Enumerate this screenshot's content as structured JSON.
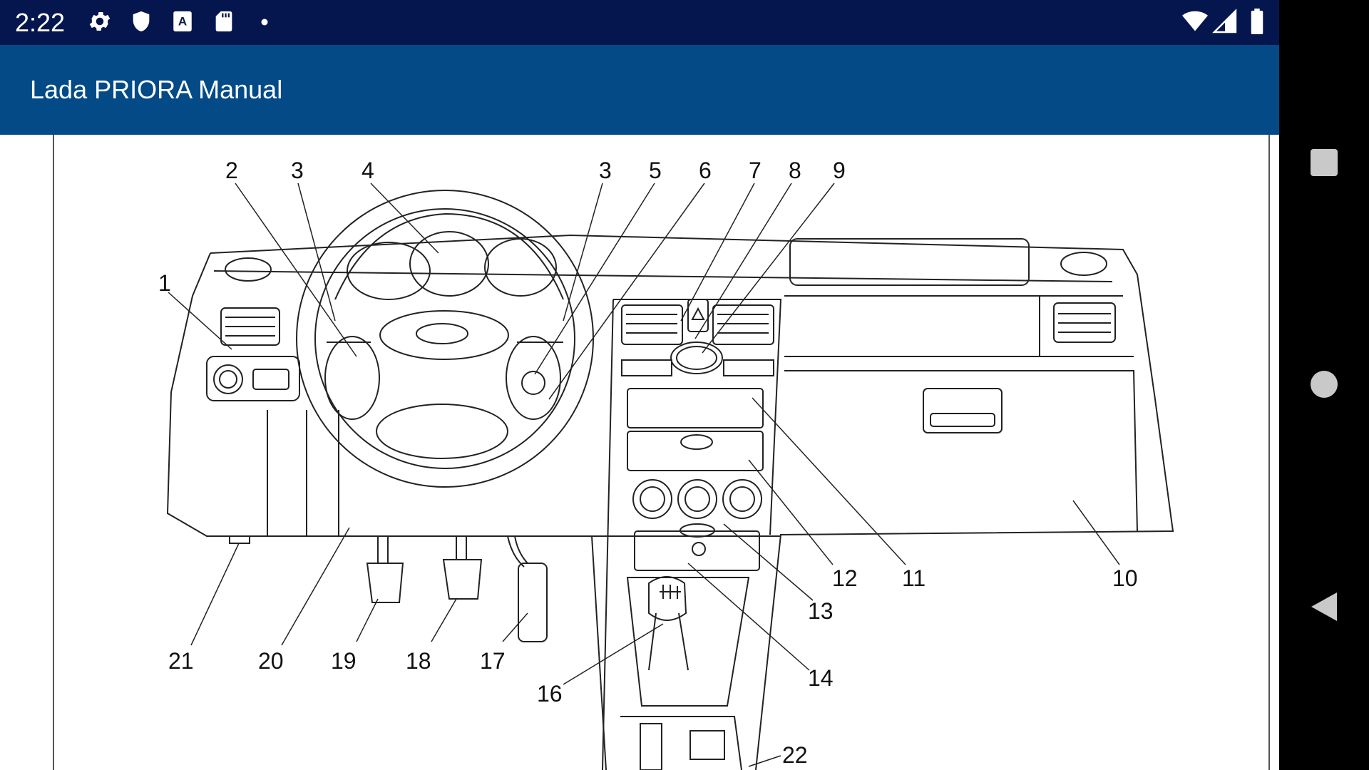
{
  "status_bar": {
    "time": "2:22",
    "left_icons": [
      "gear-icon",
      "shield-icon",
      "keyboard-a-icon",
      "sd-card-icon",
      "dot-icon"
    ],
    "right_icons": [
      "wifi-icon",
      "signal-icon",
      "battery-icon"
    ]
  },
  "app_bar": {
    "title": "Lada PRIORA Manual",
    "color": "#034a87"
  },
  "status_bar_color": "#05164f",
  "diagram": {
    "callouts": [
      "1",
      "2",
      "3",
      "3",
      "4",
      "5",
      "6",
      "7",
      "8",
      "9",
      "10",
      "11",
      "12",
      "13",
      "14",
      "16",
      "17",
      "18",
      "19",
      "20",
      "21",
      "22"
    ]
  },
  "nav_bar": {
    "buttons": [
      "recents-square-icon",
      "home-circle-icon",
      "back-triangle-icon"
    ]
  }
}
